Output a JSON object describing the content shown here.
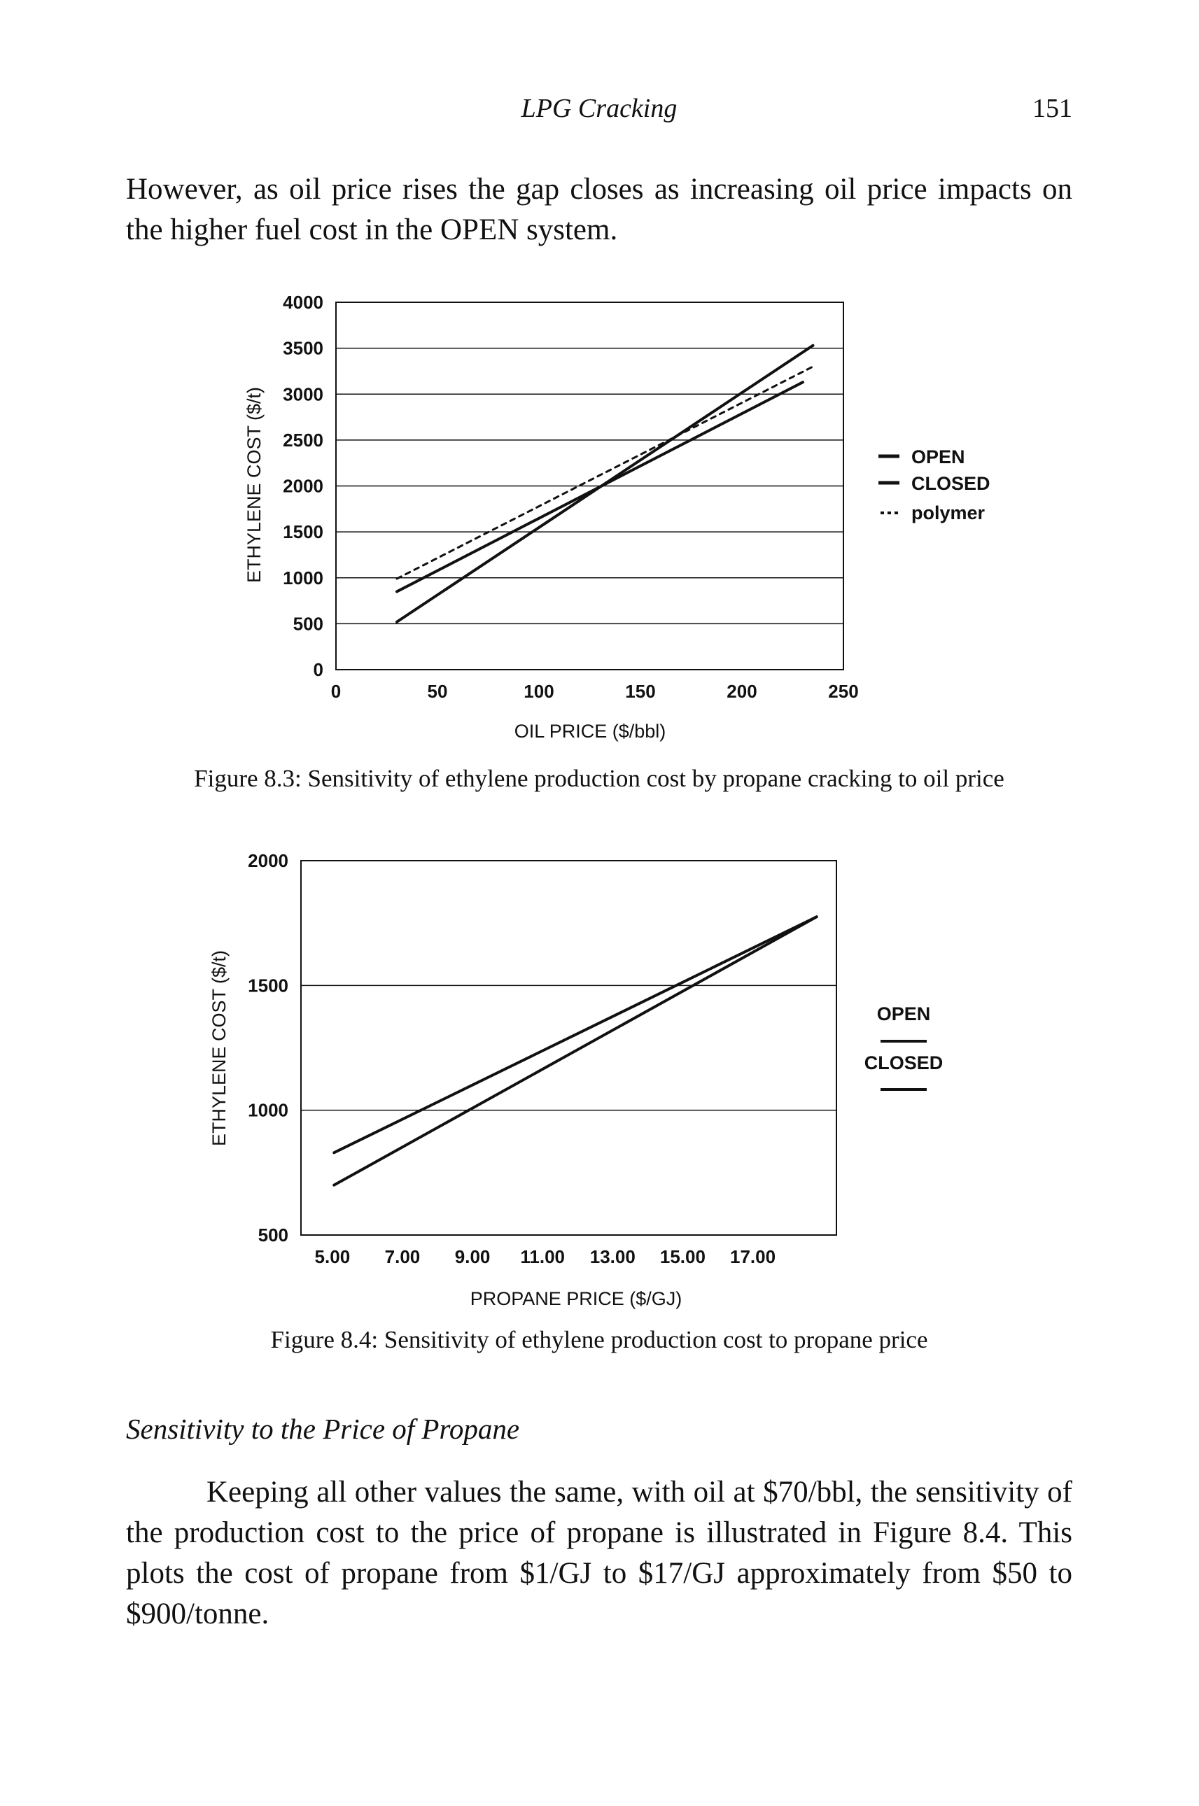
{
  "header": {
    "running_title": "LPG Cracking",
    "page_number": "151"
  },
  "paragraph_1": "However, as oil price rises the gap closes as increasing oil price impacts on the higher fuel cost in the OPEN system.",
  "figure_1": {
    "caption": "Figure 8.3: Sensitivity of ethylene production cost by propane cracking to oil price",
    "chart_data": {
      "type": "line",
      "xlabel": "OIL PRICE ($/bbl)",
      "ylabel": "ETHYLENE COST ($/t)",
      "xlim": [
        0,
        250
      ],
      "ylim": [
        0,
        4000
      ],
      "x_ticks": [
        "0",
        "50",
        "100",
        "150",
        "200",
        "250"
      ],
      "y_ticks": [
        "0",
        "500",
        "1000",
        "1500",
        "2000",
        "2500",
        "3000",
        "3500",
        "4000"
      ],
      "grid": "horizontal",
      "legend_position": "right",
      "series": [
        {
          "name": "OPEN",
          "style": "solid",
          "x": [
            30,
            235
          ],
          "y": [
            520,
            3530
          ]
        },
        {
          "name": "CLOSED",
          "style": "solid",
          "x": [
            30,
            230
          ],
          "y": [
            850,
            3130
          ]
        },
        {
          "name": "polymer",
          "style": "dashed",
          "x": [
            30,
            235
          ],
          "y": [
            990,
            3300
          ]
        }
      ]
    }
  },
  "figure_2": {
    "caption": "Figure 8.4: Sensitivity of ethylene production cost to propane price",
    "chart_data": {
      "type": "line",
      "xlabel": "PROPANE PRICE ($/GJ)",
      "ylabel": "ETHYLENE COST ($/t)",
      "xlim": [
        3.6,
        19.8
      ],
      "ylim": [
        500,
        2000
      ],
      "x_ticks": [
        "5.00",
        "7.00",
        "9.00",
        "11.00",
        "13.00",
        "15.00",
        "17.00"
      ],
      "y_ticks": [
        "500",
        "1000",
        "1500",
        "2000"
      ],
      "grid": "horizontal",
      "legend_position": "right",
      "series": [
        {
          "name": "OPEN",
          "x": [
            4.6,
            19.2
          ],
          "y": [
            700,
            1775
          ]
        },
        {
          "name": "CLOSED",
          "x": [
            4.6,
            19.2
          ],
          "y": [
            830,
            1775
          ]
        }
      ]
    }
  },
  "section_heading": "Sensitivity to the Price of Propane",
  "paragraph_2": "Keeping all other values the same, with oil at $70/bbl, the sensitivity of the production cost to the price of propane is illustrated in Figure 8.4. This plots the cost of propane from $1/GJ to $17/GJ approximately from $50 to $900/tonne."
}
